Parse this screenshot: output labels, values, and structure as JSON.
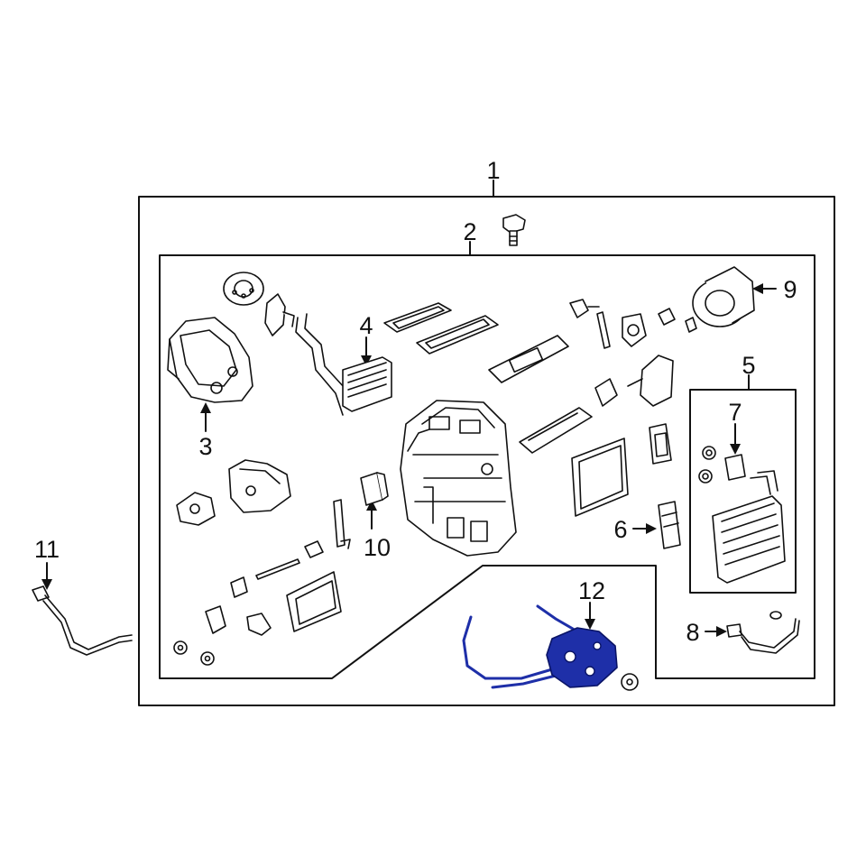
{
  "callouts": [
    {
      "id": "1",
      "label": "1"
    },
    {
      "id": "2",
      "label": "2"
    },
    {
      "id": "3",
      "label": "3"
    },
    {
      "id": "4",
      "label": "4"
    },
    {
      "id": "5",
      "label": "5"
    },
    {
      "id": "6",
      "label": "6"
    },
    {
      "id": "7",
      "label": "7"
    },
    {
      "id": "8",
      "label": "8"
    },
    {
      "id": "9",
      "label": "9"
    },
    {
      "id": "10",
      "label": "10"
    },
    {
      "id": "11",
      "label": "11"
    },
    {
      "id": "12",
      "label": "12"
    }
  ],
  "colors": {
    "line": "#111111",
    "highlight": "#1e2fa8",
    "background": "#ffffff"
  }
}
